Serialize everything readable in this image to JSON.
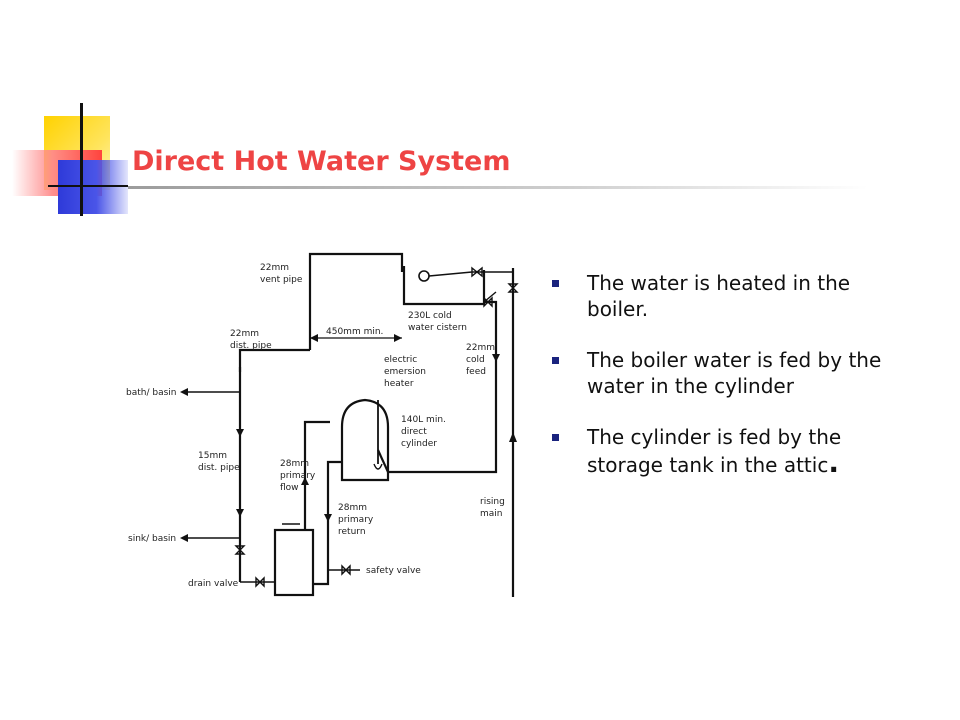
{
  "slide": {
    "title": "Direct Hot Water System"
  },
  "diagram": {
    "labels": {
      "vent_pipe_size": "22mm",
      "vent_pipe": "vent pipe",
      "dist_pipe_size": "22mm",
      "dist_pipe": "dist. pipe",
      "clearance": "450mm min.",
      "cistern_size": "230L cold",
      "cistern": "water cistern",
      "cold_feed_size": "22mm",
      "cold_feed_1": "cold",
      "cold_feed_2": "feed",
      "heater_1": "electric",
      "heater_2": "emersion",
      "heater_3": "heater",
      "cylinder_1": "140L min.",
      "cylinder_2": "direct",
      "cylinder_3": "cylinder",
      "bath_basin": "bath/ basin",
      "dist_pipe_15_size": "15mm",
      "dist_pipe_15": "dist. pipe",
      "primary_flow_1": "28mm",
      "primary_flow_2": "primary",
      "primary_flow_3": "flow",
      "primary_return_1": "28mm",
      "primary_return_2": "primary",
      "primary_return_3": "return",
      "rising_main_1": "rising",
      "rising_main_2": "main",
      "sink_basin": "sink/ basin",
      "safety_valve": "safety valve",
      "drain_valve": "drain valve"
    }
  },
  "bullets": [
    {
      "text": "The water is heated in the boiler.",
      "suffix": ""
    },
    {
      "text": "The boiler water is fed by the water in the cylinder",
      "suffix": ""
    },
    {
      "text": "The cylinder is fed by the storage tank in the attic",
      "suffix": "."
    }
  ],
  "colors": {
    "title": "#ee4444",
    "bullet_marker": "#1a237e",
    "deco_yellow": "#ffd200",
    "deco_red": "#ff3b3b",
    "deco_blue": "#2e3ad9"
  }
}
